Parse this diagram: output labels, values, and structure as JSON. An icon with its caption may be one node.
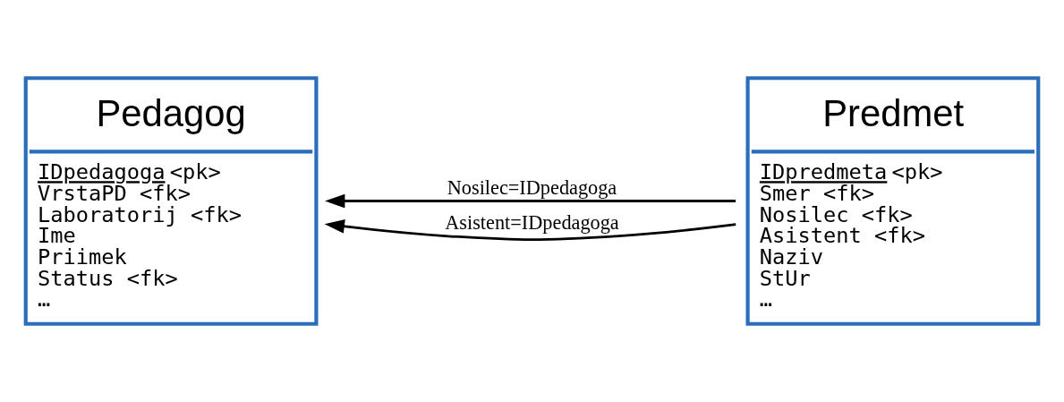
{
  "diagram": {
    "nodes": [
      {
        "text": [
          "Pedagog",
          "IDpedagoga <pk>",
          "VrstaPD <fk>",
          "Laboratorij <fk>",
          "Ime",
          "Priimek",
          "Status <fk>",
          "…"
        ]
      },
      {
        "text": [
          "Predmet",
          "IDpredmeta <pk>",
          "Smer <fk>",
          "Nosilec <fk>",
          "Asistent <fk>",
          "Naziv",
          "StUr",
          "…"
        ]
      }
    ],
    "edges": [
      {
        "from": 1,
        "to": 0,
        "arrow": "to",
        "label": "Nosilec=IDpedagoga"
      },
      {
        "from": 1,
        "to": 0,
        "arrow": "to",
        "label": "Asistent=IDpedagoga"
      }
    ]
  }
}
